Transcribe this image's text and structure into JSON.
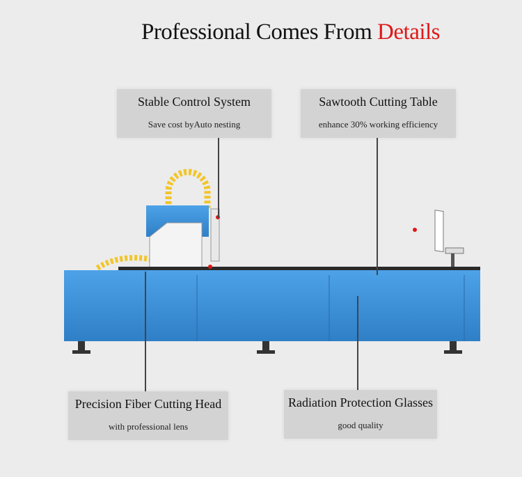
{
  "header": {
    "title_prefix": "Professional Comes From ",
    "title_accent": "Details"
  },
  "callouts": [
    {
      "title": "Stable Control System",
      "subtitle": "Save cost byAuto nesting"
    },
    {
      "title": "Sawtooth Cutting Table",
      "subtitle": "enhance 30% working efficiency"
    },
    {
      "title": "Precision Fiber Cutting Head",
      "subtitle": "with professional lens"
    },
    {
      "title": "Radiation Protection Glasses",
      "subtitle": "good quality"
    }
  ],
  "colors": {
    "accent": "#e01818",
    "machine_blue": "#3d8fd6",
    "callout_bg": "#d3d3d3"
  }
}
